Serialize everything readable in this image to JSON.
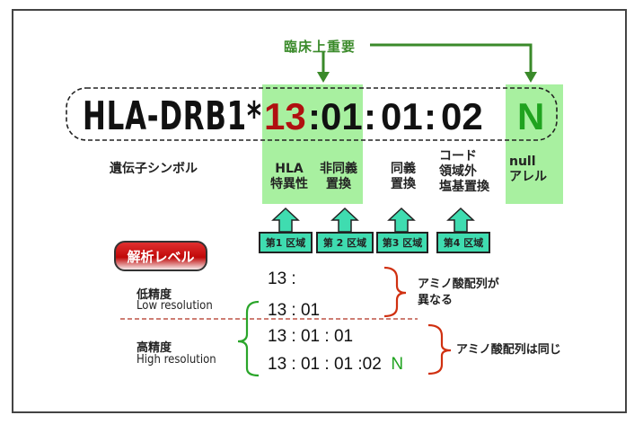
{
  "colors": {
    "highlight_green": "#a8f0a0",
    "arrow_green": "#3a8a2a",
    "field1_red": "#b01010",
    "null_green": "#1fa31f",
    "region_teal": "#3fdcb0",
    "button_red": "#c00808",
    "low_res_brace": "#d03010",
    "high_res_brace": "#2aa52a"
  },
  "clinical_importance_label": "臨床上重要",
  "allele": {
    "gene_symbol_text": "HLA-DRB1*",
    "field1": "13",
    "sep1": ":",
    "field2": "01",
    "sep2": ":",
    "field3": "01",
    "sep3": ":",
    "field4": "02",
    "suffix": "N"
  },
  "descriptions": {
    "gene_symbol": "遺伝子シンボル",
    "field1": [
      "HLA",
      "特異性"
    ],
    "field2": [
      "非同義",
      "置換"
    ],
    "field3": [
      "同義",
      "置換"
    ],
    "field4": [
      "コード",
      "領域外",
      "塩基置換"
    ],
    "suffix": [
      "null",
      "アレル"
    ]
  },
  "regions": [
    "第1 区域",
    "第 2 区域",
    "第3 区域",
    "第4 区域"
  ],
  "analysis_level_button": "解析レベル",
  "resolution": {
    "low": {
      "jp": "低精度",
      "en": "Low resolution"
    },
    "high": {
      "jp": "高精度",
      "en": "High resolution"
    },
    "examples": [
      {
        "text": "13 :",
        "suffix": ""
      },
      {
        "text": "13 : 01",
        "suffix": ""
      },
      {
        "text": "13 : 01 : 01",
        "suffix": ""
      },
      {
        "text": "13 : 01 : 01 :02",
        "suffix": "N"
      }
    ],
    "note_different": [
      "アミノ酸配列が",
      "異なる"
    ],
    "note_same": "アミノ酸配列は同じ"
  }
}
